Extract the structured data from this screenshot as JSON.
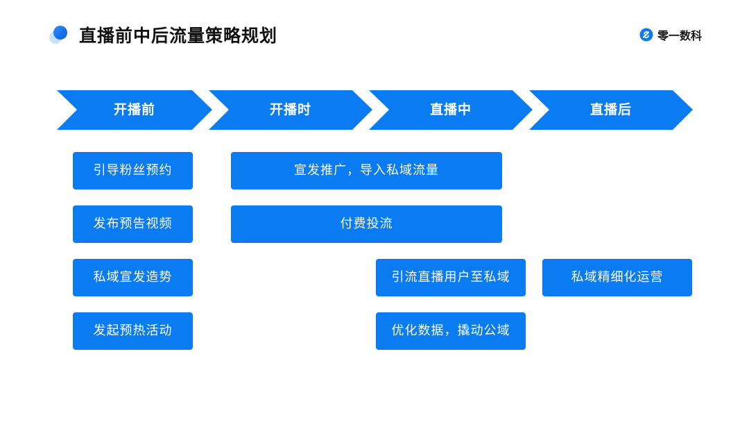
{
  "header": {
    "title": "直播前中后流量策略规划",
    "brand_name": "零一数科",
    "brand_icon": "brand-logo-icon"
  },
  "colors": {
    "primary": "#0b7bf2",
    "title_text": "#111111",
    "box_text": "#ffffff"
  },
  "phases": [
    {
      "label": "开播前"
    },
    {
      "label": "开播时"
    },
    {
      "label": "直播中"
    },
    {
      "label": "直播后"
    }
  ],
  "tasks": {
    "pre_1": "引导粉丝预约",
    "pre_2": "发布预告视频",
    "pre_3": "私域宣发造势",
    "pre_4": "发起预热活动",
    "start_1": "宣发推广，导入私域流量",
    "start_2": "付费投流",
    "live_1": "引流直播用户至私域",
    "live_2": "优化数据，撬动公域",
    "post_1": "私域精细化运营"
  }
}
